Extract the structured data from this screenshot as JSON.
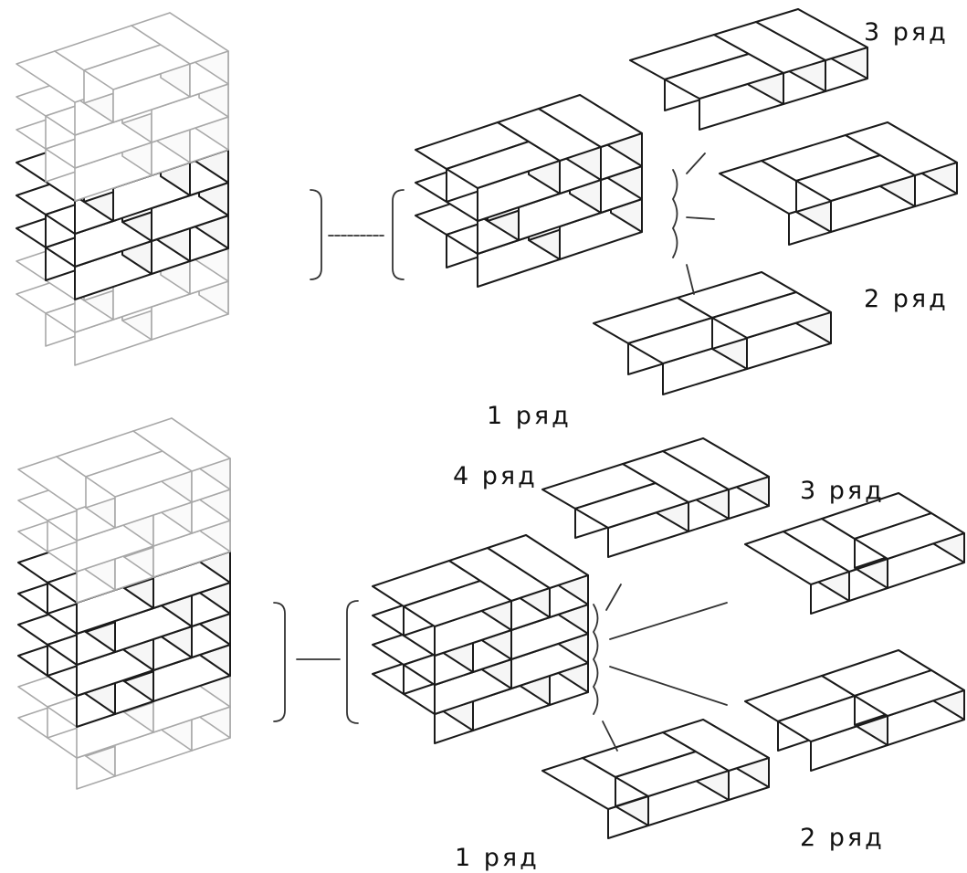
{
  "figure_a": {
    "labels": {
      "course_3": "3 ряд",
      "course_2": "2 ряд",
      "course_1": "1 ряд"
    }
  },
  "figure_b": {
    "labels": {
      "course_4": "4 ряд",
      "course_3": "3 ряд",
      "course_2": "2 ряд",
      "course_1": "1 ряд"
    }
  }
}
